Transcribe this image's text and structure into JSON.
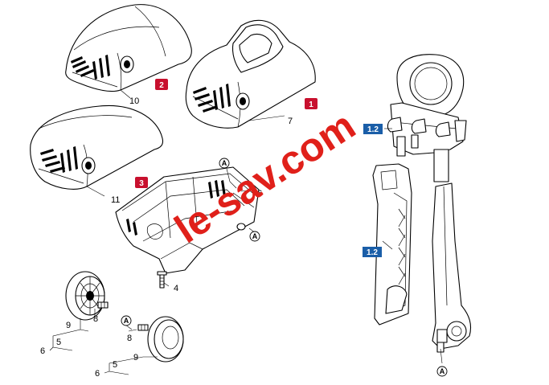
{
  "watermark": "le-sav.com",
  "labels": {
    "p10": "10",
    "p7": "7",
    "p11": "11",
    "p4": "4",
    "p6_top": "6",
    "p9_a": "9",
    "p8_a": "8",
    "p5_a": "5",
    "p6_a": "6",
    "p8_b": "8",
    "p9_b": "9",
    "p5_b": "5",
    "p6_b": "6"
  },
  "badges": {
    "b1": "1",
    "b2": "2",
    "b3": "3",
    "b12_top": "1.2",
    "b12_mid": "1.2"
  },
  "refs": {
    "a_top": "A",
    "a_right": "A",
    "a_wheel": "A",
    "a_bottom": "A"
  },
  "colors": {
    "badge_red": "#c8102e",
    "badge_blue": "#1a5ea8",
    "watermark_red": "#e0201a"
  }
}
